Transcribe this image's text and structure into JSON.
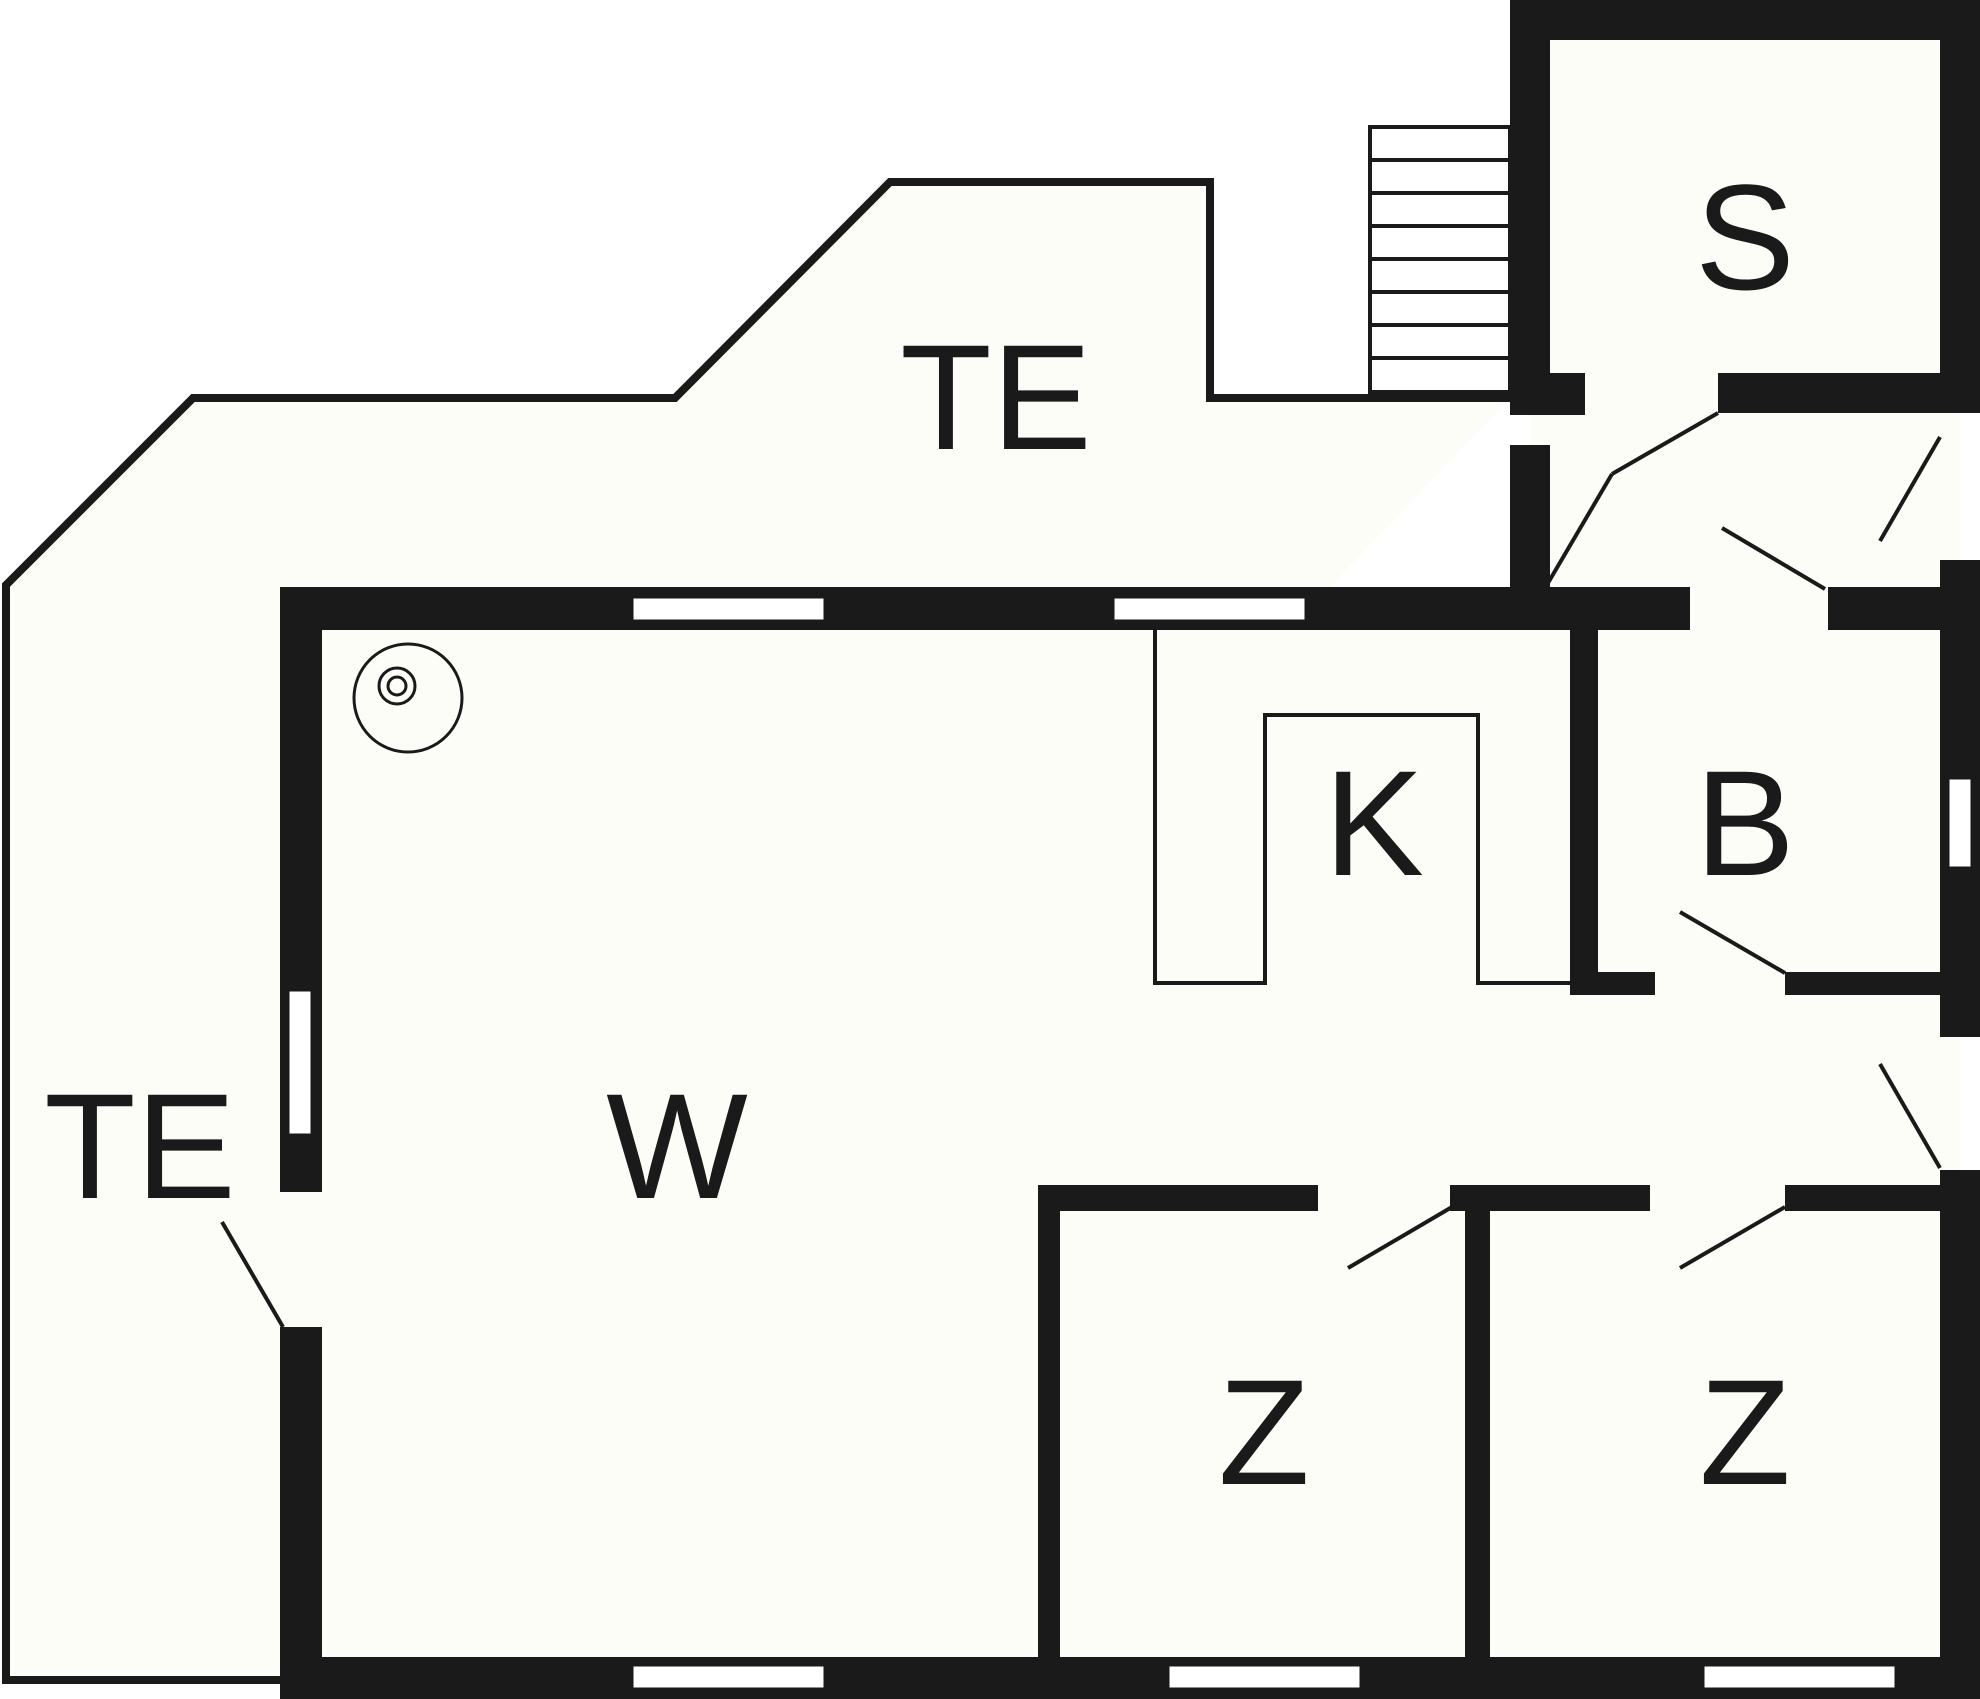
{
  "colors": {
    "background": "#ffffff",
    "floor": "#fdfdf8",
    "wall": "#1a1a1a"
  },
  "rooms": {
    "terrace_top": "TE",
    "terrace_left": "TE",
    "storage": "S",
    "kitchen": "K",
    "bathroom": "B",
    "living": "W",
    "bedroom_1": "Z",
    "bedroom_2": "Z"
  }
}
